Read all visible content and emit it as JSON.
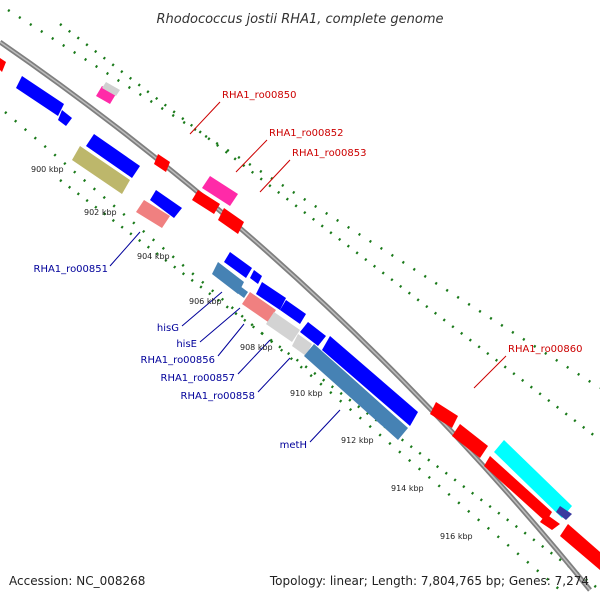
{
  "title": "Rhodococcus jostii RHA1, complete genome",
  "footer": {
    "accession": "Accession: NC_008268",
    "summary": "Topology: linear; Length: 7,804,765 bp; Genes: 7,274"
  },
  "colors": {
    "backbone": "#8a8a8a",
    "tick": "#1a7a1a",
    "forward_label": "#cc0000",
    "reverse_label": "#00009a"
  },
  "ticks": [
    {
      "kbp": 900,
      "label": "900 kbp"
    },
    {
      "kbp": 902,
      "label": "902 kbp"
    },
    {
      "kbp": 904,
      "label": "904 kbp"
    },
    {
      "kbp": 906,
      "label": "906 kbp"
    },
    {
      "kbp": 908,
      "label": "908 kbp"
    },
    {
      "kbp": 910,
      "label": "910 kbp"
    },
    {
      "kbp": 912,
      "label": "912 kbp"
    },
    {
      "kbp": 914,
      "label": "914 kbp"
    },
    {
      "kbp": 916,
      "label": "916 kbp"
    }
  ],
  "gene_labels": [
    {
      "text": "RHA1_ro00850",
      "strand": "forward"
    },
    {
      "text": "RHA1_ro00852",
      "strand": "forward"
    },
    {
      "text": "RHA1_ro00853",
      "strand": "forward"
    },
    {
      "text": "RHA1_ro00860",
      "strand": "forward"
    },
    {
      "text": "RHA1_ro00851",
      "strand": "reverse"
    },
    {
      "text": "hisG",
      "strand": "reverse"
    },
    {
      "text": "hisE",
      "strand": "reverse"
    },
    {
      "text": "RHA1_ro00856",
      "strand": "reverse"
    },
    {
      "text": "RHA1_ro00857",
      "strand": "reverse"
    },
    {
      "text": "RHA1_ro00858",
      "strand": "reverse"
    },
    {
      "text": "metH",
      "strand": "reverse"
    }
  ]
}
